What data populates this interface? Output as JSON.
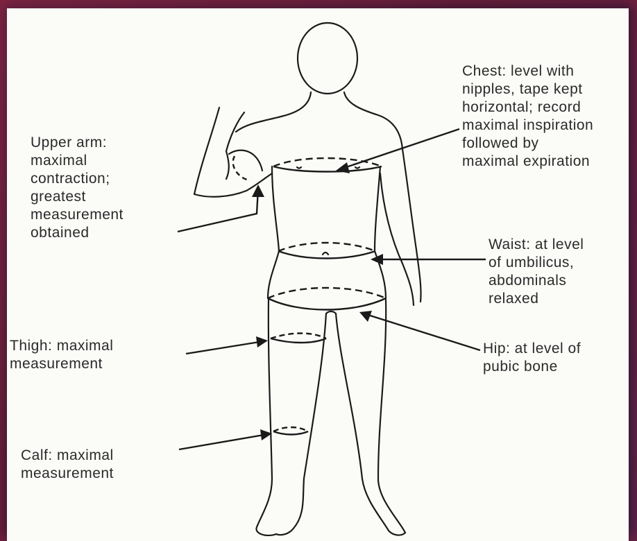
{
  "labels": {
    "upper_arm": "Upper arm:\nmaximal\ncontraction;\ngreatest\nmeasurement\nobtained",
    "chest": "Chest: level with\nnipples, tape kept\nhorizontal; record\nmaximal inspiration\nfollowed by\nmaximal expiration",
    "waist": "Waist: at level\nof umbilicus,\nabdominals\nrelaxed",
    "thigh": "Thigh: maximal\nmeasurement",
    "hip": "Hip: at level of\npubic bone",
    "calf": "Calf: maximal\nmeasurement"
  },
  "colors": {
    "frame_border": "#5a1f3c",
    "panel_background": "#fbfbf8",
    "line": "#1a1a1a",
    "text": "#2a2a2a"
  }
}
